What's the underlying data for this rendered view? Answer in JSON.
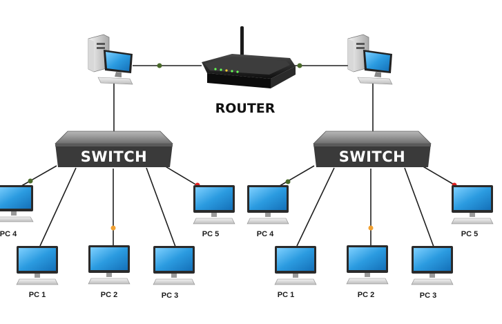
{
  "router": {
    "label": "ROUTER",
    "icon": "router-icon"
  },
  "switches": [
    {
      "label": "SWITCH"
    },
    {
      "label": "SWITCH"
    }
  ],
  "pcs": [
    {
      "label": "PC 4"
    },
    {
      "label": "PC 1"
    },
    {
      "label": "PC 2"
    },
    {
      "label": "PC 3"
    },
    {
      "label": "PC 5"
    },
    {
      "label": "PC 4"
    },
    {
      "label": "PC 1"
    },
    {
      "label": "PC 2"
    },
    {
      "label": "PC 3"
    },
    {
      "label": "PC 5"
    }
  ],
  "colors": {
    "switch_body": "#3a3a3a",
    "switch_top": "#8a8a8a",
    "screen": "#2f9fe0",
    "status_green": "#4a6a2a",
    "status_orange": "#f0a030",
    "status_red": "#e02020"
  }
}
